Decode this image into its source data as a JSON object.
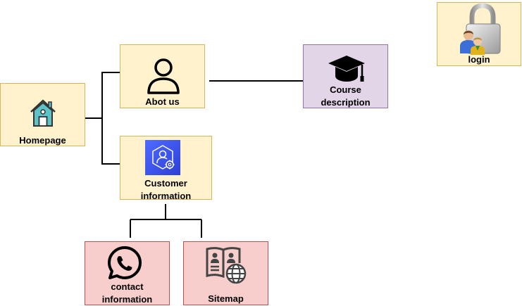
{
  "nodes": {
    "homepage": {
      "label": "Homepage",
      "icon": "house-icon"
    },
    "about_us": {
      "label": "Abot us",
      "icon": "user-icon"
    },
    "course_description": {
      "label": "Course\ndescription",
      "icon": "graduation-cap-icon"
    },
    "customer_information": {
      "label": "Customer\ninformation",
      "icon": "user-settings-icon"
    },
    "contact_information": {
      "label": "contact\ninformation",
      "icon": "whatsapp-icon"
    },
    "sitemap": {
      "label": "Sitemap",
      "icon": "directory-globe-icon"
    },
    "login": {
      "label": "login",
      "icon": "padlock-users-icon"
    }
  },
  "colors": {
    "yellow_fill": "#fff2cc",
    "yellow_stroke": "#d6b656",
    "purple_fill": "#e1d5e7",
    "purple_stroke": "#9673a6",
    "red_fill": "#f8cecc",
    "red_stroke": "#b85450",
    "icon_blue": "#3d5afe"
  }
}
